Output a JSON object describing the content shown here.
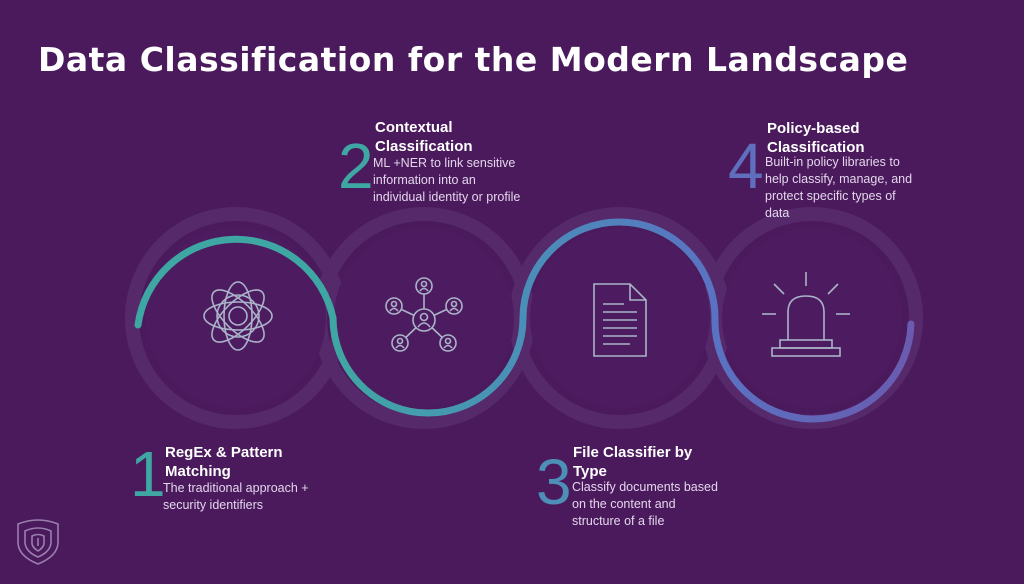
{
  "title": "Data Classification for the Modern Landscape",
  "colors": {
    "background": "#4a1a5c",
    "teal": "#3fa7a3",
    "blue": "#4f7fc0",
    "purple": "#6a5bb0",
    "faint_ring": "#55296a"
  },
  "steps": [
    {
      "number": "1",
      "heading": "RegEx & Pattern Matching",
      "description": "The traditional approach + security identifiers",
      "icon": "flower-pattern-icon"
    },
    {
      "number": "2",
      "heading": "Contextual Classification",
      "description": "ML +NER to link sensitive information into an individual identity or profile",
      "icon": "network-people-icon"
    },
    {
      "number": "3",
      "heading": "File Classifier by Type",
      "description": "Classify documents based on the content and structure of a file",
      "icon": "document-icon"
    },
    {
      "number": "4",
      "heading": "Policy-based Classification",
      "description": "Built-in policy libraries to help classify, manage, and protect specific types of data",
      "icon": "alarm-light-icon"
    }
  ],
  "logo": "fingerprint-shield-icon"
}
